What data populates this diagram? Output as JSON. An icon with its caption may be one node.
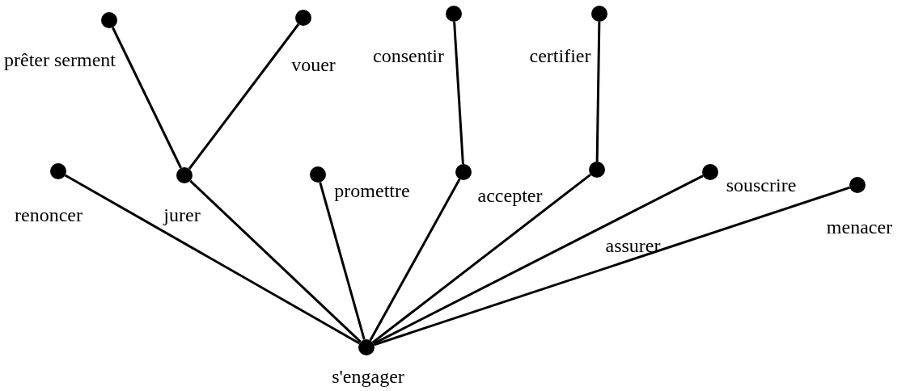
{
  "diagram": {
    "nodes": [
      {
        "text": [
          "s'engager"
        ]
      },
      {
        "text": [
          "renoncer"
        ]
      },
      {
        "text": [
          "jurer"
        ]
      },
      {
        "text": [
          "promettre"
        ]
      },
      {
        "text": [
          "accepter"
        ]
      },
      {
        "text": [
          "assurer"
        ]
      },
      {
        "text": [
          "souscrire"
        ]
      },
      {
        "text": [
          "menacer"
        ]
      },
      {
        "text": [
          "prêter serment"
        ]
      },
      {
        "text": [
          "vouer"
        ]
      },
      {
        "text": [
          "consentir"
        ]
      },
      {
        "text": [
          "certifier"
        ]
      }
    ],
    "edges": [
      {
        "from": 0,
        "to": 1,
        "arrow": "none"
      },
      {
        "from": 0,
        "to": 2,
        "arrow": "none"
      },
      {
        "from": 0,
        "to": 3,
        "arrow": "none"
      },
      {
        "from": 0,
        "to": 4,
        "arrow": "none"
      },
      {
        "from": 0,
        "to": 5,
        "arrow": "none"
      },
      {
        "from": 0,
        "to": 6,
        "arrow": "none"
      },
      {
        "from": 0,
        "to": 7,
        "arrow": "none"
      },
      {
        "from": 2,
        "to": 8,
        "arrow": "none"
      },
      {
        "from": 2,
        "to": 9,
        "arrow": "none"
      },
      {
        "from": 4,
        "to": 10,
        "arrow": "none"
      },
      {
        "from": 5,
        "to": 11,
        "arrow": "none"
      }
    ]
  }
}
